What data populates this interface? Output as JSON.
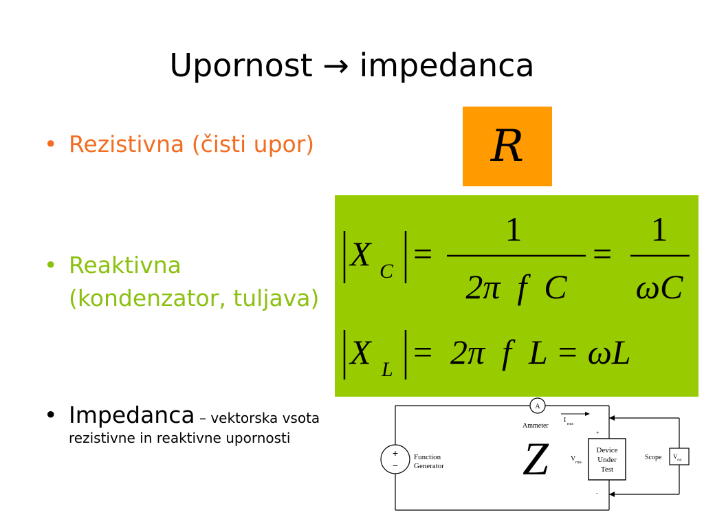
{
  "slide": {
    "title": "Upornost → impedanca",
    "bullets": {
      "resistive": "Rezistivna (čisti upor)",
      "reactive_line1": "Reaktivna",
      "reactive_line2": "(kondenzator, tuljava)",
      "impedance_term": "Impedanca",
      "impedance_dash": " – ",
      "impedance_desc1": "vektorska vsota",
      "impedance_desc2": "rezistivne in reaktivne upornosti"
    },
    "bullet_symbol": "•",
    "colors": {
      "resistive_text": "#f26d21",
      "reactive_text": "#8cc010",
      "orange_box": "#ff9a00",
      "green_box": "#99cc00"
    }
  },
  "symbols": {
    "resistance": "R",
    "impedance": "Z"
  },
  "formulas": {
    "capacitive": {
      "lhs_var": "X",
      "lhs_sub": "C",
      "num1": "1",
      "den1": "2π  f  C",
      "num2": "1",
      "den2": "ωC"
    },
    "inductive": {
      "lhs_var": "X",
      "lhs_sub": "L",
      "rhs": "2π  f  L = ωL"
    }
  },
  "circuit": {
    "ammeter_symbol": "A",
    "ammeter_label": "Ammeter",
    "current_label": "I",
    "current_sub": "rms",
    "voltage_label": "V",
    "voltage_sub": "rms",
    "source_plus": "+",
    "source_minus": "−",
    "source_label_1": "Function",
    "source_label_2": "Generator",
    "dut_label_1": "Device",
    "dut_label_2": "Under",
    "dut_label_3": "Test",
    "plus_mark": "+",
    "minus_mark": "-",
    "scope_label": "Scope",
    "vout_label": "V",
    "vout_sub": "out"
  }
}
